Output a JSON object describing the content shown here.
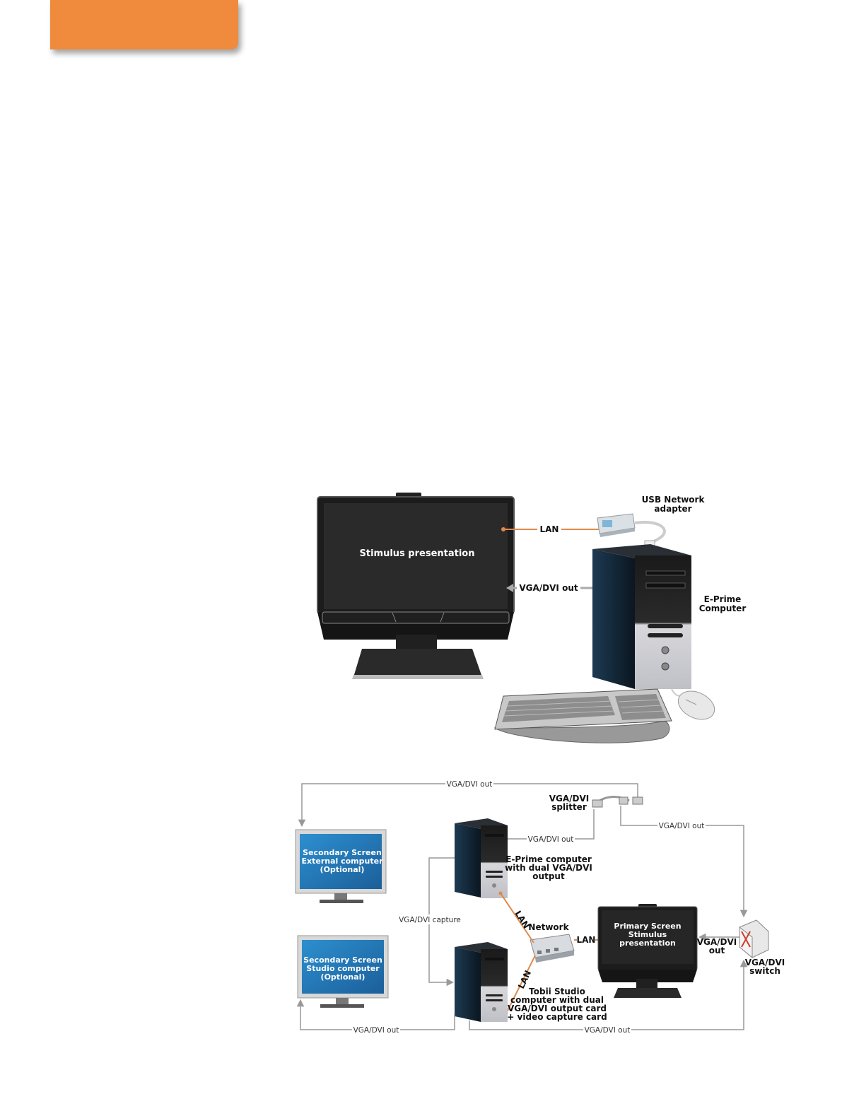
{
  "diagram1": {
    "stimulus": "Stimulus presentation",
    "lan": "LAN",
    "vga_dvi_out": "VGA/DVI out",
    "usb_adapter": [
      "USB Network",
      "adapter"
    ],
    "eprime": [
      "E-Prime",
      "Computer"
    ]
  },
  "diagram2": {
    "top_out": "VGA/DVI out",
    "splitter": [
      "VGA/DVI",
      "splitter"
    ],
    "eprime_out": "VGA/DVI out",
    "right_out": "VGA/DVI out",
    "sec_external": [
      "Secondary Screen",
      "External computer",
      "(Optional)"
    ],
    "eprime": [
      "E-Prime computer",
      "with dual VGA/DVI",
      "output"
    ],
    "capture": "VGA/DVI capture",
    "lan_upper": "LAN",
    "network": "Network",
    "lan_right": "LAN",
    "primary": [
      "Primary Screen",
      "Stimulus",
      "presentation"
    ],
    "primary_out": [
      "VGA/DVI",
      "out"
    ],
    "switch": [
      "VGA/DVI",
      "switch"
    ],
    "sec_studio": [
      "Secondary Screen",
      "Studio computer",
      "(Optional)"
    ],
    "lan_lower": "LAN",
    "tobii": [
      "Tobii Studio",
      "computer with dual",
      "VGA/DVI output card",
      "+ video capture card"
    ],
    "bottom_left_out": "VGA/DVI out",
    "bottom_right_out": "VGA/DVI out"
  }
}
